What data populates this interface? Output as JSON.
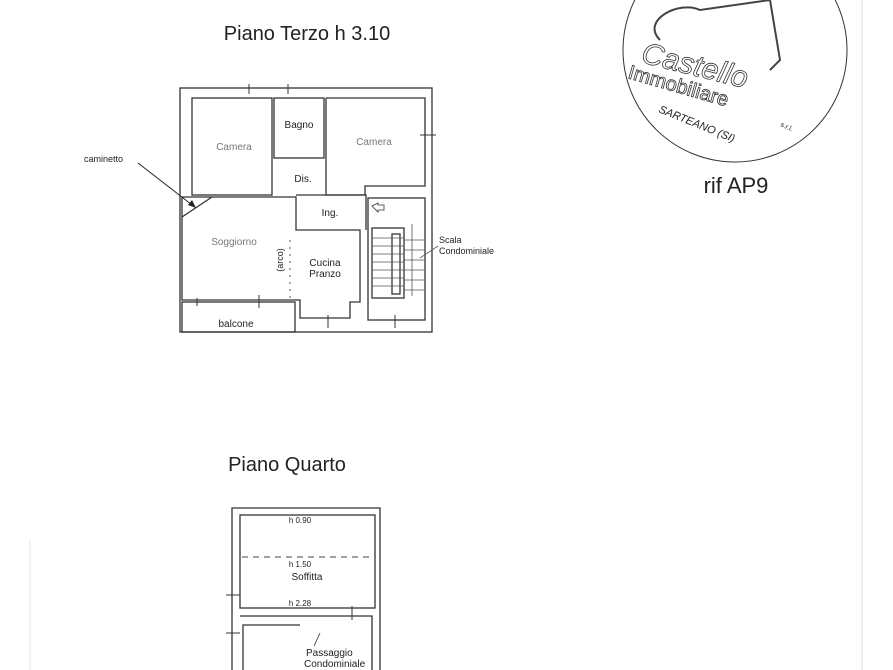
{
  "floor_3": {
    "title": "Piano Terzo h 3.10",
    "rooms": {
      "camera_left": "Camera",
      "bagno": "Bagno",
      "camera_right": "Camera",
      "dis": "Dis.",
      "ing": "Ing.",
      "soggiorno": "Soggiorno",
      "arco": "(arco)",
      "cucina_1": "Cucina",
      "cucina_2": "Pranzo",
      "balcone": "balcone",
      "scala_1": "Scala",
      "scala_2": "Condominiale"
    },
    "annotation": "caminetto"
  },
  "floor_4": {
    "title": "Piano Quarto",
    "heights": [
      "h 0.90",
      "h 1.50",
      "h 2.28"
    ],
    "soffitta": "Soffitta",
    "passaggio_1": "Passaggio",
    "passaggio_2": "Condominiale"
  },
  "stamp": {
    "name": "Castello",
    "line2": "Immobiliare",
    "suffix": "s.r.l.",
    "location": "SARTEANO (SI)"
  },
  "reference": "rif AP9"
}
